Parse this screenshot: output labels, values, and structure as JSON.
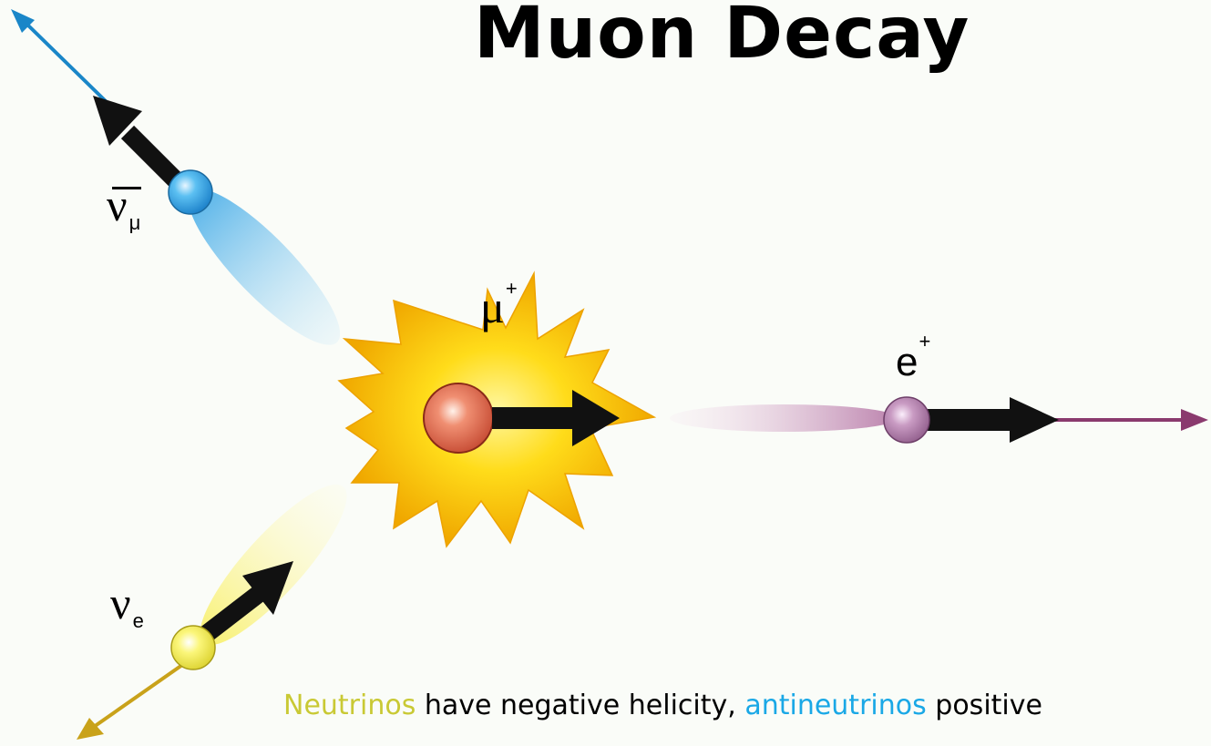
{
  "title": "Muon Decay",
  "particles": {
    "antineutrino_mu": {
      "symbol": "ν",
      "subscript": "μ",
      "color": "#3aa7e6"
    },
    "muon": {
      "symbol": "μ",
      "superscript": "+",
      "color": "#e07050"
    },
    "positron": {
      "symbol": "e",
      "superscript": "+",
      "color": "#b07aa8"
    },
    "neutrino_e": {
      "symbol": "ν",
      "subscript": "e",
      "color": "#f2ee60"
    }
  },
  "caption": {
    "part1": "Neutrinos",
    "part2": " have negative helicity, ",
    "part3": "antineutrinos",
    "part4": " positive",
    "color_neutrino": "#c9c934",
    "color_antineutrino": "#1aa8e6"
  },
  "colors": {
    "background": "#fafcf8",
    "burst": "#f7c200",
    "spin_arrow": "#111111",
    "antineutrino_momentum": "#1a86c8",
    "positron_momentum": "#8a3a6e",
    "neutrino_momentum": "#c9a21a"
  }
}
